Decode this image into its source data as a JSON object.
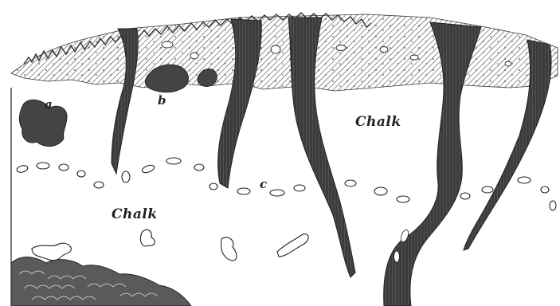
{
  "figure": {
    "labels": {
      "a": "a",
      "b": "b",
      "c": "c",
      "chalk_upper": "Chalk",
      "chalk_lower": "Chalk"
    },
    "colors": {
      "ink": "#222222",
      "pipe_fill": "#4a4a4a",
      "paper": "#ffffff"
    }
  }
}
